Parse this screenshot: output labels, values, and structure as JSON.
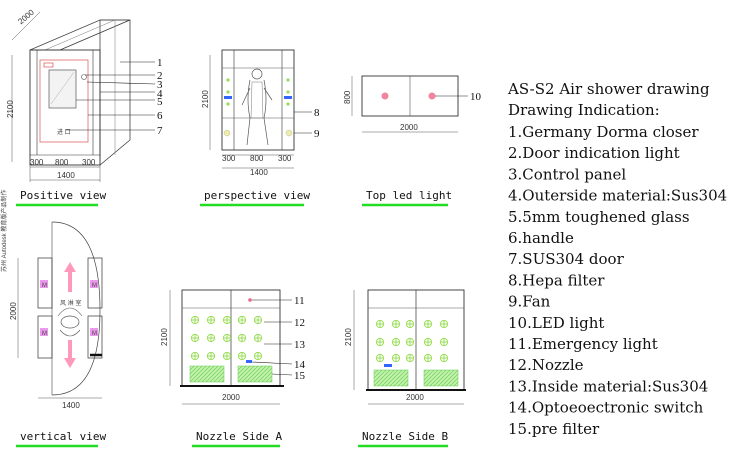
{
  "views": {
    "positive": {
      "caption": "Positive view",
      "depth": "2000",
      "height": "2100",
      "seg_left": "300",
      "seg_mid": "800",
      "seg_right": "300",
      "width": "1400",
      "door_text": "进 口"
    },
    "perspective": {
      "caption": "perspective view",
      "height": "2100",
      "seg_left": "300",
      "seg_mid": "800",
      "seg_right": "300",
      "width": "1400"
    },
    "top_led": {
      "caption": "Top led light",
      "height": "800",
      "width": "2000"
    },
    "vertical": {
      "caption": "vertical view",
      "height": "2000",
      "width": "1400",
      "side_text": "苏州 Autodesk 教育版产品制作",
      "center_text": "风 淋 室",
      "motor_label": "M"
    },
    "nozzle_a": {
      "caption": "Nozzle Side A",
      "height": "2100",
      "width": "2000"
    },
    "nozzle_b": {
      "caption": "Nozzle Side B",
      "height": "2100",
      "width": "2000"
    }
  },
  "callouts": [
    "1",
    "2",
    "3",
    "4",
    "5",
    "6",
    "7",
    "8",
    "9",
    "10",
    "11",
    "12",
    "13",
    "14",
    "15"
  ],
  "legend": {
    "title": "AS-S2 Air shower drawing",
    "subtitle": "Drawing Indication:",
    "items": [
      "1.Germany Dorma closer",
      "2.Door indication light",
      "3.Control panel",
      "4.Outerside material:Sus304",
      "5.5mm toughened glass",
      "6.handle",
      "7.SUS304 door",
      "8.Hepa filter",
      "9.Fan",
      "10.LED light",
      "11.Emergency light",
      "12.Nozzle",
      "13.Inside material:Sus304",
      "14.Optoeoectronic switch",
      "15.pre filter"
    ]
  },
  "colors": {
    "underline": "#22dd22",
    "led": "#ee6688",
    "nozzle": "#99dd55",
    "filter": "#88dd77",
    "motor": "#dd55dd",
    "arrow": "#ff99bb",
    "switch": "#3366ff"
  }
}
